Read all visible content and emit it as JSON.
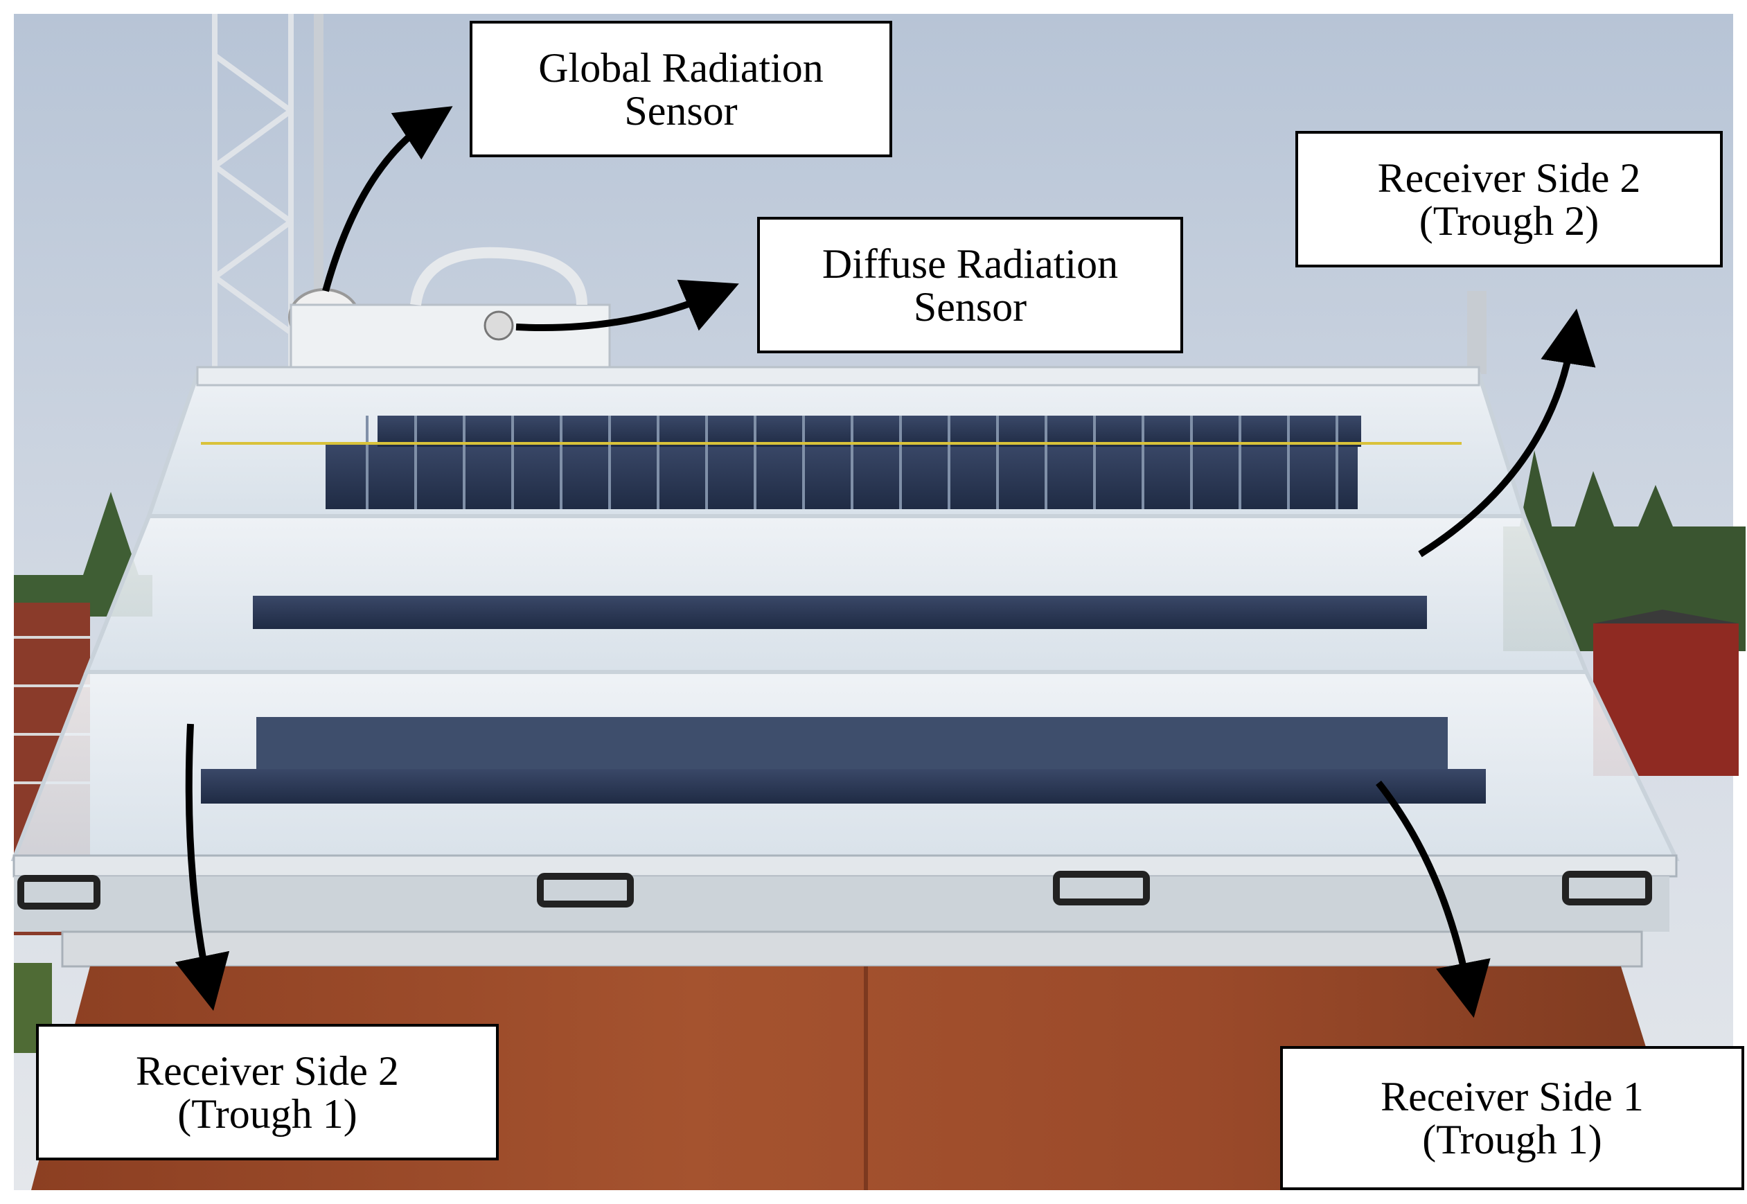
{
  "labels": {
    "global_radiation": {
      "line1": "Global Radiation",
      "line2": "Sensor"
    },
    "diffuse_radiation": {
      "line1": "Diffuse Radiation",
      "line2": "Sensor"
    },
    "receiver_side2_trough2": {
      "line1": "Receiver Side 2",
      "line2": "(Trough 2)"
    },
    "receiver_side2_trough1": {
      "line1": "Receiver Side 2",
      "line2": "(Trough 1)"
    },
    "receiver_side1_trough1": {
      "line1": "Receiver Side 1",
      "line2": "(Trough 1)"
    }
  },
  "colors": {
    "sky": "#c9d3e0",
    "copper_roof": "#9a4a2c",
    "glass_frame": "#e8eef2",
    "pv_cells": "#2b3a55",
    "trees": "#3d5a32",
    "arrow": "#000000"
  }
}
